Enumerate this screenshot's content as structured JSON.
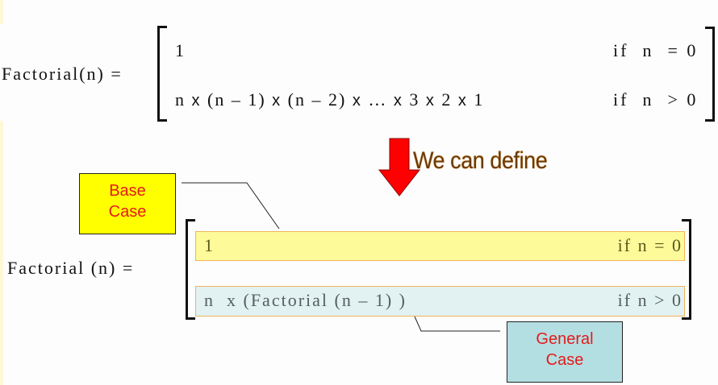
{
  "definition_1": {
    "lhs": "Factorial(n) =",
    "cases": [
      {
        "expression": "1",
        "condition": "if  n  = 0"
      },
      {
        "expression_parts": [
          "n ",
          "x",
          " (n – 1) ",
          "x",
          " (n – 2) ",
          "x",
          " … ",
          "x",
          " 3 ",
          "x",
          " 2 ",
          "x",
          " 1"
        ],
        "condition": "if  n  > 0"
      }
    ]
  },
  "transition": {
    "arrow_icon": "down-arrow",
    "label": "We can define",
    "arrow_color": "#ff0000",
    "label_color": "#6b3a0a"
  },
  "definition_2": {
    "lhs": "Factorial (n) =",
    "cases": [
      {
        "expression": "1",
        "condition": "if n = 0",
        "highlight_color": "#fdfa9a"
      },
      {
        "expression": "n  x (Factorial (n – 1) )",
        "condition": "if n > 0",
        "highlight_color": "#e2f1f2"
      }
    ]
  },
  "callouts": {
    "base_case": {
      "line1": "Base",
      "line2": "Case",
      "bg_color": "#ffff00",
      "text_color": "#e41b1b"
    },
    "general_case": {
      "line1": "General",
      "line2": "Case",
      "bg_color": "#b4dfe2",
      "text_color": "#e41b1b"
    }
  }
}
